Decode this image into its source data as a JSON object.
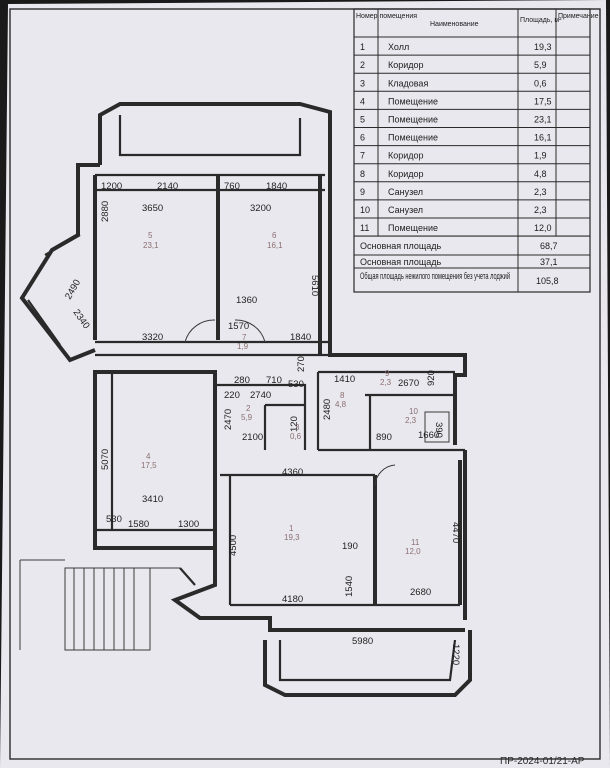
{
  "table": {
    "headers": {
      "num": "Номер помещения",
      "name": "Наименование",
      "area": "Площадь, м²",
      "note": "Примечание"
    },
    "rows": [
      {
        "num": "1",
        "name": "Холл",
        "area": "19,3"
      },
      {
        "num": "2",
        "name": "Коридор",
        "area": "5,9"
      },
      {
        "num": "3",
        "name": "Кладовая",
        "area": "0,6"
      },
      {
        "num": "4",
        "name": "Помещение",
        "area": "17,5"
      },
      {
        "num": "5",
        "name": "Помещение",
        "area": "23,1"
      },
      {
        "num": "6",
        "name": "Помещение",
        "area": "16,1"
      },
      {
        "num": "7",
        "name": "Коридор",
        "area": "1,9"
      },
      {
        "num": "8",
        "name": "Коридор",
        "area": "4,8"
      },
      {
        "num": "9",
        "name": "Санузел",
        "area": "2,3"
      },
      {
        "num": "10",
        "name": "Санузел",
        "area": "2,3"
      },
      {
        "num": "11",
        "name": "Помещение",
        "area": "12,0"
      }
    ],
    "totals": [
      {
        "label": "Основная площадь",
        "value": "68,7"
      },
      {
        "label": "Основная площадь",
        "value": "37,1"
      },
      {
        "label": "Общая площадь нежилого помещения без учета лоджий",
        "value": "105,8"
      }
    ]
  },
  "plan": {
    "dimensions": [
      "1200",
      "2140",
      "760",
      "1840",
      "2880",
      "3650",
      "3200",
      "5610",
      "2490",
      "2340",
      "1360",
      "1570",
      "3320",
      "1840",
      "270",
      "280",
      "710",
      "530",
      "220",
      "2740",
      "1410",
      "2670",
      "920",
      "2480",
      "2470",
      "2100",
      "890",
      "1660",
      "390",
      "120",
      "5070",
      "4360",
      "3410",
      "530",
      "1580",
      "1300",
      "4500",
      "190",
      "4470",
      "1540",
      "4180",
      "2680",
      "5980",
      "1220"
    ],
    "rooms": [
      {
        "num": "5",
        "area": "23,1"
      },
      {
        "num": "6",
        "area": "16,1"
      },
      {
        "num": "7",
        "area": "1,9"
      },
      {
        "num": "4",
        "area": "17,5"
      },
      {
        "num": "2",
        "area": "5,9"
      },
      {
        "num": "3",
        "area": "0,6"
      },
      {
        "num": "8",
        "area": "4,8"
      },
      {
        "num": "9",
        "area": "2,3"
      },
      {
        "num": "10",
        "area": "2,3"
      },
      {
        "num": "1",
        "area": "19,3"
      },
      {
        "num": "11",
        "area": "12,0"
      }
    ]
  },
  "footer": {
    "code": "ПР-2024-01/21-АР"
  }
}
